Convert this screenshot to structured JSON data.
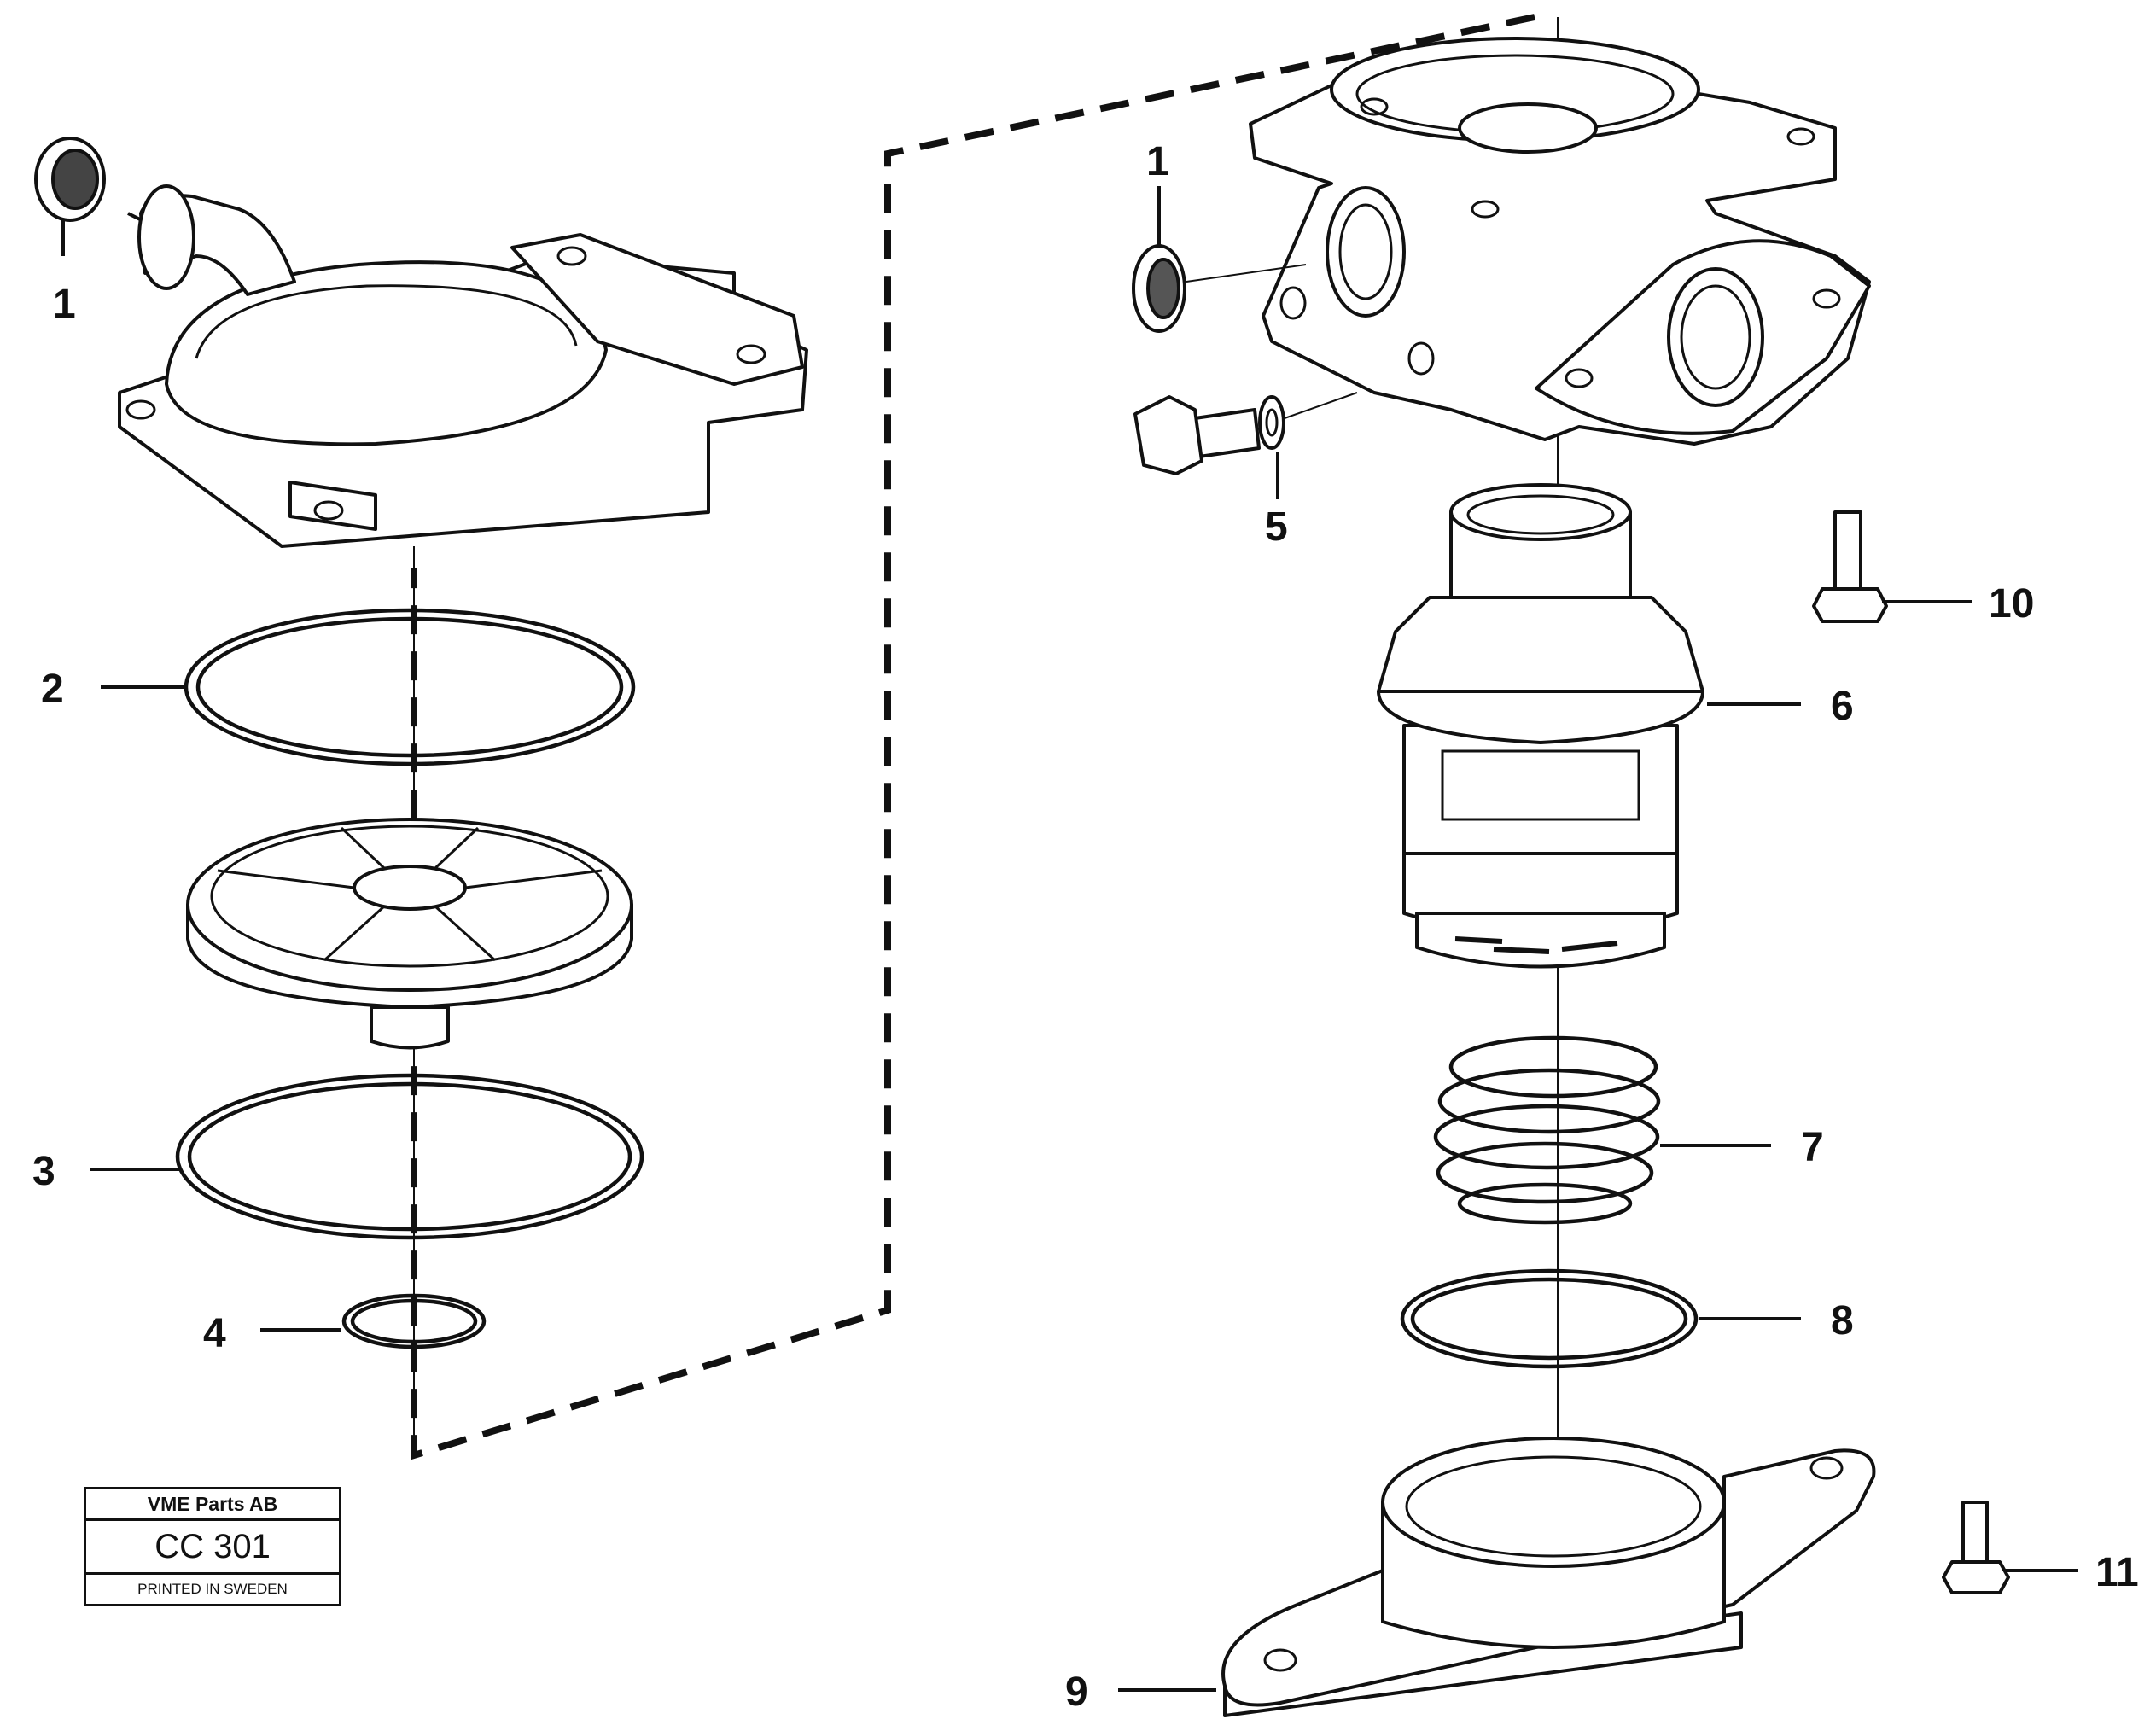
{
  "callouts": {
    "c1_left": "1",
    "c1_right": "1",
    "c2": "2",
    "c3": "3",
    "c4": "4",
    "c5": "5",
    "c6": "6",
    "c7": "7",
    "c8": "8",
    "c9": "9",
    "c10": "10",
    "c11": "11"
  },
  "stamp": {
    "company": "VME Parts AB",
    "code": "CC 301",
    "printed": "PRINTED IN SWEDEN"
  }
}
